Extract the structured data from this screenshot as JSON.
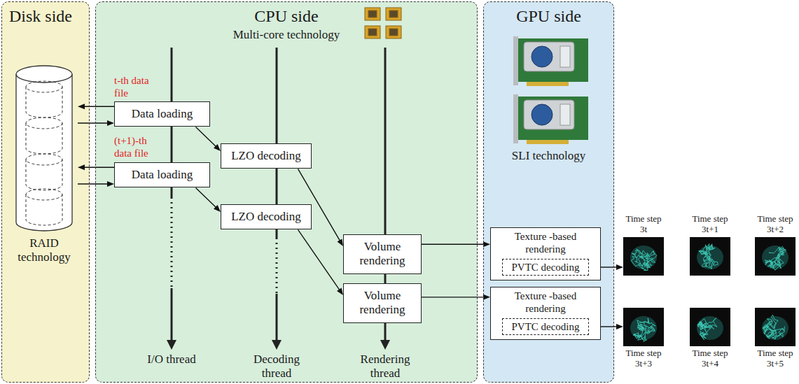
{
  "diagram": {
    "nodes": [
      {
        "text": [
          "Disk side"
        ]
      },
      {
        "text": [
          "RAID technology"
        ],
        "in": 0
      },
      {
        "text": [
          "CPU side",
          "Multi-core technology"
        ]
      },
      {
        "text": [
          "Data loading"
        ],
        "in": 2
      },
      {
        "text": [
          "Data loading"
        ],
        "in": 2
      },
      {
        "text": [
          "LZO decoding"
        ],
        "in": 2
      },
      {
        "text": [
          "LZO decoding"
        ],
        "in": 2
      },
      {
        "text": [
          "Volume rendering"
        ],
        "in": 2
      },
      {
        "text": [
          "Volume rendering"
        ],
        "in": 2
      },
      {
        "text": [
          "GPU side",
          "SLI technology"
        ]
      },
      {
        "text": [
          "Texture -based rendering"
        ],
        "in": 9
      },
      {
        "text": [
          "PVTC decoding"
        ],
        "in": 10
      },
      {
        "text": [
          "Texture -based rendering"
        ],
        "in": 9
      },
      {
        "text": [
          "PVTC decoding"
        ],
        "in": 12
      },
      {
        "text": [
          "Time step 3t"
        ]
      },
      {
        "text": [
          "Time step 3t+1"
        ]
      },
      {
        "text": [
          "Time step 3t+2"
        ]
      },
      {
        "text": [
          "Time step 3t+3"
        ]
      },
      {
        "text": [
          "Time step 3t+4"
        ]
      },
      {
        "text": [
          "Time step 3t+5"
        ]
      }
    ],
    "edges": [
      {
        "from": 3,
        "to": 1,
        "arrow": "to"
      },
      {
        "from": 1,
        "to": 3,
        "arrow": "to"
      },
      {
        "from": 4,
        "to": 1,
        "arrow": "to"
      },
      {
        "from": 1,
        "to": 4,
        "arrow": "to"
      },
      {
        "from": 3,
        "to": 5,
        "arrow": "to"
      },
      {
        "from": 4,
        "to": 6,
        "arrow": "to"
      },
      {
        "from": 5,
        "to": 7,
        "arrow": "to"
      },
      {
        "from": 6,
        "to": 8,
        "arrow": "to"
      },
      {
        "from": 7,
        "to": 10,
        "arrow": "to"
      },
      {
        "from": 8,
        "to": 12,
        "arrow": "to"
      },
      {
        "from": 10,
        "to": 14,
        "arrow": "to"
      },
      {
        "from": 12,
        "to": 17,
        "arrow": "to"
      }
    ],
    "labels": [
      "t-th data file",
      "(t+1)-th data file",
      "I/O thread",
      "Decoding thread",
      "Rendering thread"
    ]
  }
}
